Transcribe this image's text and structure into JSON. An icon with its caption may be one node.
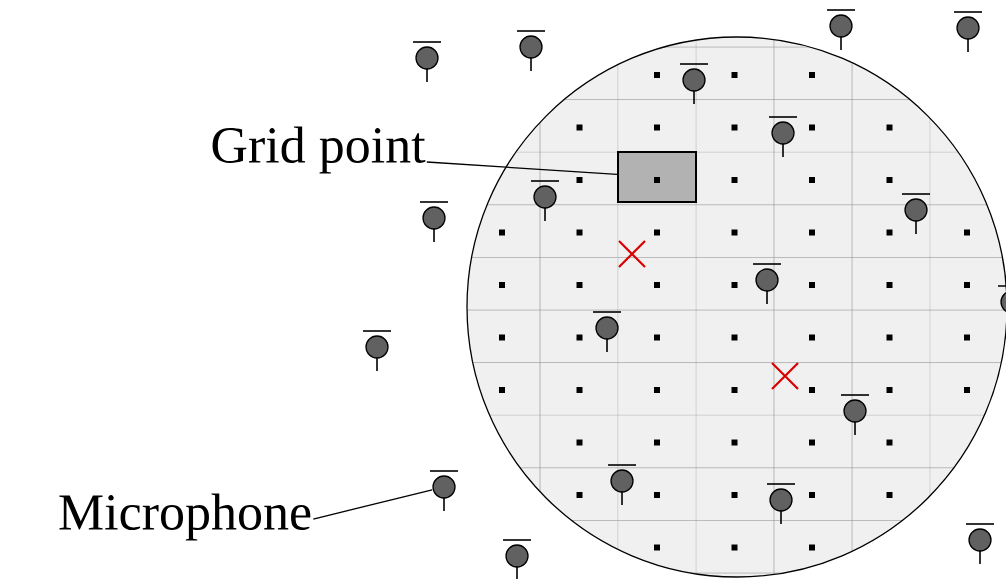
{
  "diagram": {
    "nodes": [
      {
        "text": [
          "Grid point"
        ]
      },
      {
        "text": [],
        "shape": "box"
      },
      {
        "text": [
          "Microphone"
        ]
      },
      {
        "text": [],
        "shape": "picture"
      }
    ],
    "edges": [
      {
        "from": 0,
        "to": 1,
        "arrow": "none"
      },
      {
        "from": 2,
        "to": 3,
        "arrow": "none"
      }
    ]
  }
}
